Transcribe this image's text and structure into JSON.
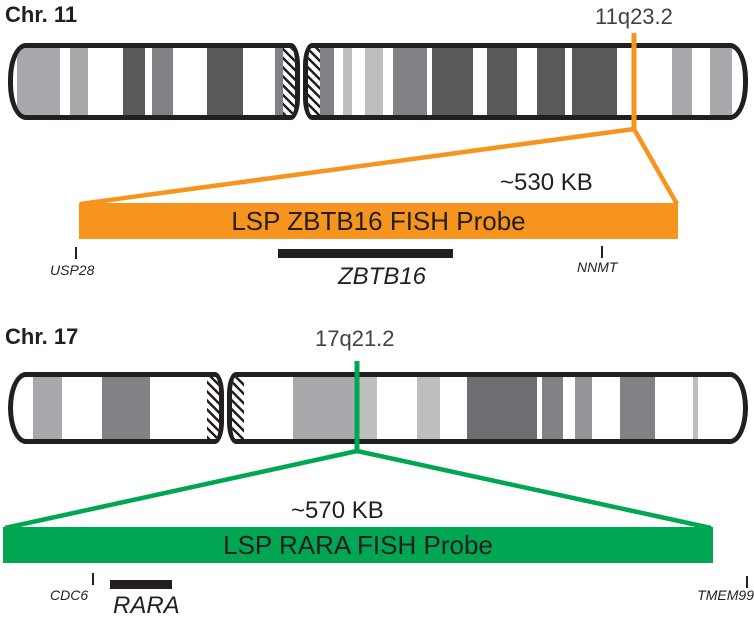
{
  "colors": {
    "orange_probe": "#F7941E",
    "green_probe": "#00A651",
    "ink": "#231F20",
    "band_dark": "#58595B",
    "band_dark_medium": "#6D6E71",
    "band_medium": "#808285",
    "band_medium_light": "#939598",
    "band_light": "#A7A9AC",
    "band_lighter": "#BCBEC0"
  },
  "chr11": {
    "title": "Chr. 11",
    "locus_label": "11q23.2",
    "probe_label": "LSP ZBTB16 FISH Probe",
    "probe_size": "~530 KB",
    "gene_left": "USP28",
    "gene_center": "ZBTB16",
    "gene_right": "NNMT"
  },
  "chr17": {
    "title": "Chr. 17",
    "locus_label": "17q21.2",
    "probe_label": "LSP RARA FISH Probe",
    "probe_size": "~570 KB",
    "gene_left": "CDC6",
    "gene_center": "RARA",
    "gene_right": "TMEM99"
  }
}
